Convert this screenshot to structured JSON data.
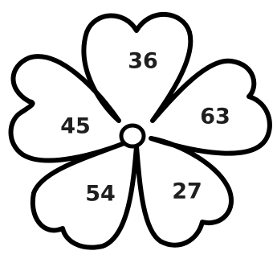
{
  "petals": [
    {
      "id": "top",
      "number": "36"
    },
    {
      "id": "left",
      "number": "45"
    },
    {
      "id": "right",
      "number": "63"
    },
    {
      "id": "bottom-left",
      "number": "54"
    },
    {
      "id": "bottom-right",
      "number": "27"
    }
  ],
  "colors": {
    "outline": "#000000",
    "text": "#1f1f1f",
    "background": "#ffffff"
  }
}
